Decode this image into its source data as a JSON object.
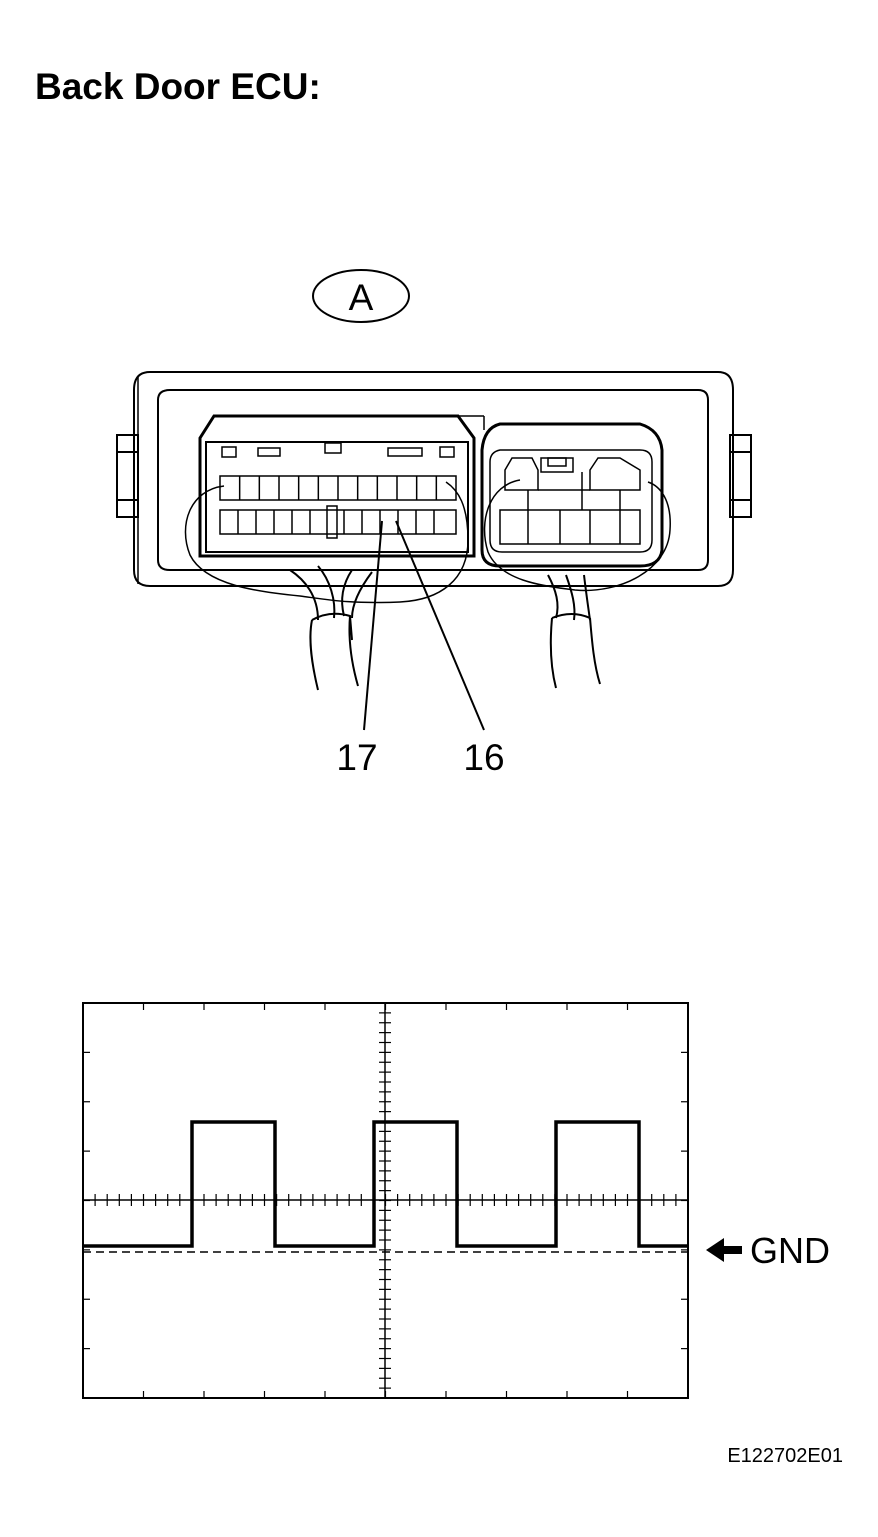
{
  "title": "Back Door ECU:",
  "connector_label": "A",
  "pin_labels": [
    "17",
    "16"
  ],
  "ground_label": "GND",
  "figure_id": "E122702E01",
  "waveform": {
    "type": "square",
    "pulses": 3,
    "duty_cycle": 0.5,
    "ground_reference": "dashed"
  }
}
